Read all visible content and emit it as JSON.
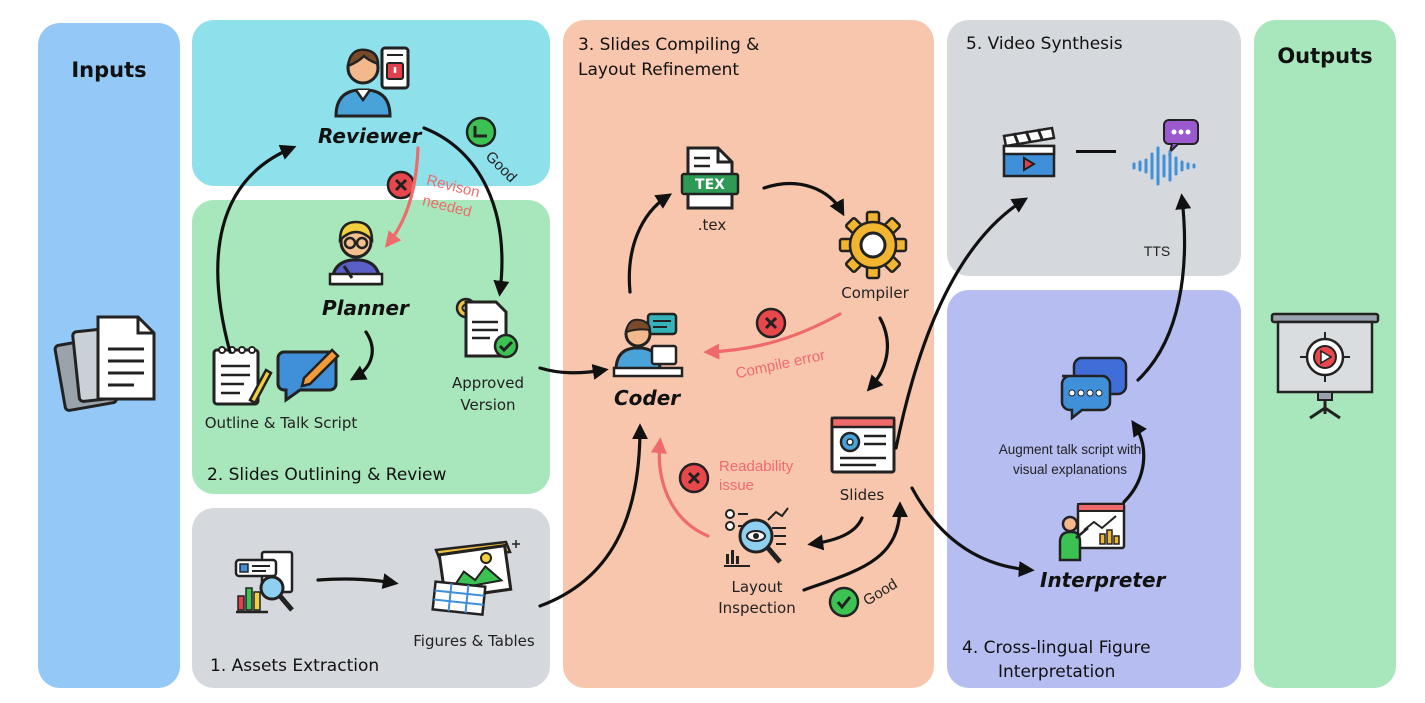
{
  "colors": {
    "inputs": "#93c8f7",
    "reviewer": "#8ee0eb",
    "outlining": "#a8e6bb",
    "assets": "#d5d8dc",
    "compiling": "#f7c6ad",
    "video": "#d5d8dc",
    "interpretation": "#b6bdf0",
    "outputs": "#a8e6bb",
    "error_red": "#ef6b6b",
    "ok_green": "#3cc253"
  },
  "panels": {
    "inputs": "Inputs",
    "outputs": "Outputs",
    "assets": "1. Assets Extraction",
    "outlining": "2. Slides Outlining & Review",
    "compiling_line1": "3. Slides Compiling &",
    "compiling_line2": "Layout Refinement",
    "interpretation_line1": "4. Cross-lingual Figure",
    "interpretation_line2": "Interpretation",
    "video": "5. Video Synthesis"
  },
  "roles": {
    "reviewer": "Reviewer",
    "planner": "Planner",
    "coder": "Coder",
    "interpreter": "Interpreter"
  },
  "labels": {
    "outline": "Outline & Talk Script",
    "approved_line1": "Approved",
    "approved_line2": "Version",
    "figures": "Figures & Tables",
    "tex": ".tex",
    "compiler": "Compiler",
    "slides": "Slides",
    "layout_line1": "Layout",
    "layout_line2": "Inspection",
    "tts": "TTS",
    "augment_line1": "Augment talk script with",
    "augment_line2": "visual explanations"
  },
  "feedback": {
    "good_review": "Good",
    "revision_line1": "Revison",
    "revision_line2": "needed",
    "compile_error": "Compile error",
    "readability_line1": "Readability",
    "readability_line2": "issue",
    "good_layout": "Good"
  },
  "icons": {
    "inputs": "documents-stack-icon",
    "reviewer": "reviewer-person-icon",
    "planner": "planner-person-icon",
    "coder": "coder-person-icon",
    "interpreter": "presenter-chart-icon",
    "outputs": "projector-screen-icon"
  }
}
